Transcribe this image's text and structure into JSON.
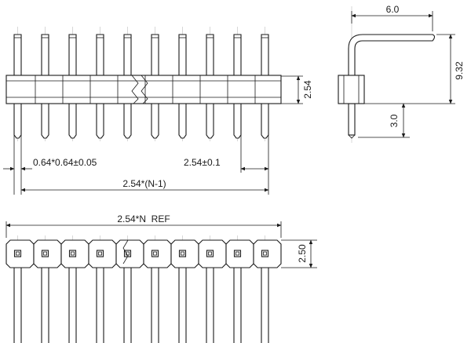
{
  "drawing": {
    "front_view": {
      "pin_pitch_label": "2.54",
      "pin_square_label": "0.64*0.64±0.05",
      "pitch_tolerance_label": "2.54±0.1",
      "span_label": "2.54*(N-1)"
    },
    "side_view": {
      "bend_length_label": "6.0",
      "height_label": "9.32",
      "tail_length_label": "3.0"
    },
    "bottom_view": {
      "overall_length_label": "2.54*N  REF",
      "width_label": "2.50"
    },
    "pin_count_shown": 10
  }
}
